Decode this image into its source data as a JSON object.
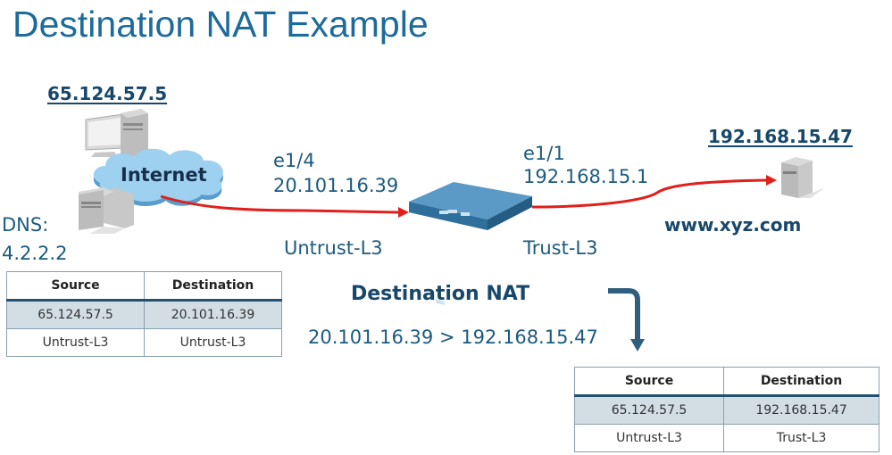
{
  "title": "Destination NAT Example",
  "nodes": {
    "client_ip": "65.124.57.5",
    "internet_label": "Internet",
    "dns_label": "DNS:",
    "dns_ip": "4.2.2.2",
    "server_ip": "192.168.15.47",
    "server_hostname": "www.xyz.com"
  },
  "firewall": {
    "untrust_interface": "e1/4",
    "untrust_ip": "20.101.16.39",
    "untrust_zone": "Untrust-L3",
    "trust_interface": "e1/1",
    "trust_ip": "192.168.15.1",
    "trust_zone": "Trust-L3"
  },
  "nat_rule": {
    "heading": "Destination NAT",
    "translation": "20.101.16.39 > 192.168.15.47"
  },
  "table_before": {
    "headers": [
      "Source",
      "Destination"
    ],
    "rows": [
      [
        "65.124.57.5",
        "20.101.16.39"
      ],
      [
        "Untrust-L3",
        "Untrust-L3"
      ]
    ]
  },
  "table_after": {
    "headers": [
      "Source",
      "Destination"
    ],
    "rows": [
      [
        "65.124.57.5",
        "192.168.15.47"
      ],
      [
        "Untrust-L3",
        "Trust-L3"
      ]
    ]
  },
  "colors": {
    "title": "#1c6b9b",
    "flow_line": "#e0201c",
    "cloud": "#8fc6ea",
    "firewall": "#3a7fae",
    "arrow": "#2f5e7e"
  }
}
